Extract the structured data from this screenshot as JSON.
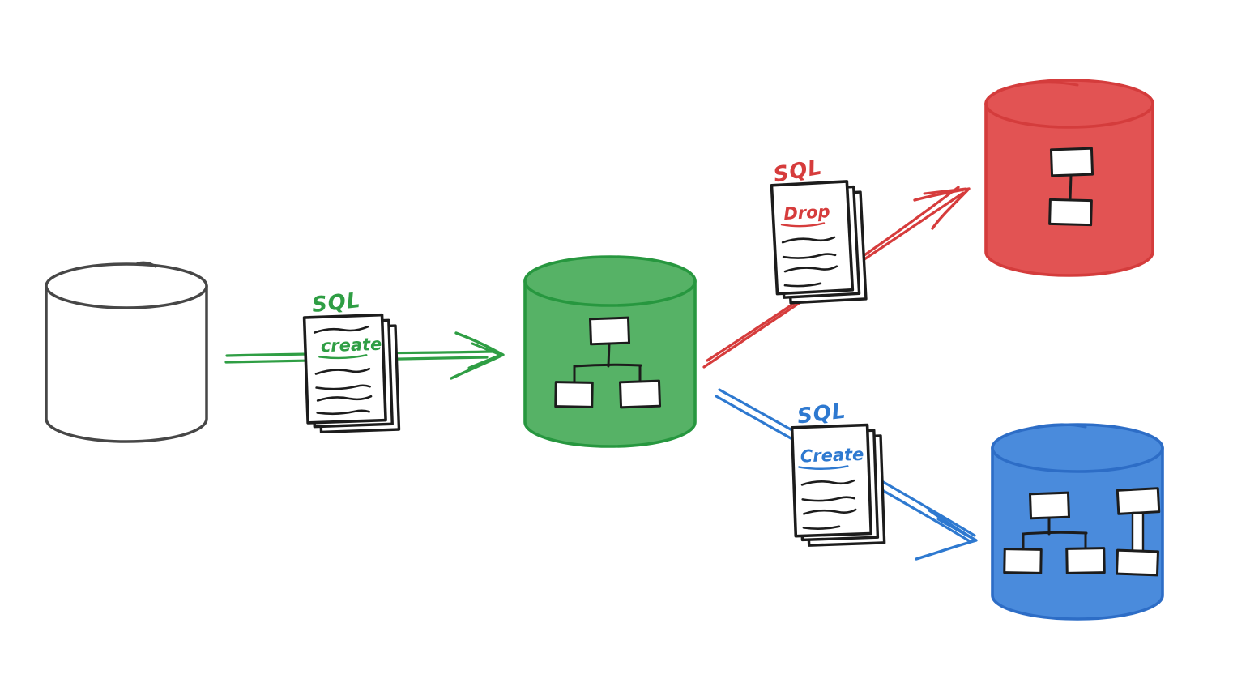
{
  "diagram": {
    "background": "#ffffff",
    "ink": "#1c1c1c",
    "databases": {
      "source": {
        "fill": "#ffffff",
        "stroke": "#474747"
      },
      "created": {
        "fill": "#56b266",
        "stroke": "#27973f"
      },
      "dropped": {
        "fill": "#e25353",
        "stroke": "#d43c3c"
      },
      "recreated": {
        "fill": "#4a8bdc",
        "stroke": "#2d6dc6"
      }
    },
    "scripts": {
      "create": {
        "badge": "SQL",
        "title": "create",
        "color": "#2f9e44"
      },
      "drop": {
        "badge": "SQL",
        "title": "Drop",
        "color": "#d63c3c"
      },
      "recreate": {
        "badge": "SQL",
        "title": "Create",
        "color": "#2e79d0"
      }
    },
    "arrows": {
      "create": {
        "color": "#2f9e44"
      },
      "drop": {
        "color": "#d63c3c"
      },
      "recreate": {
        "color": "#2e79d0"
      }
    }
  }
}
